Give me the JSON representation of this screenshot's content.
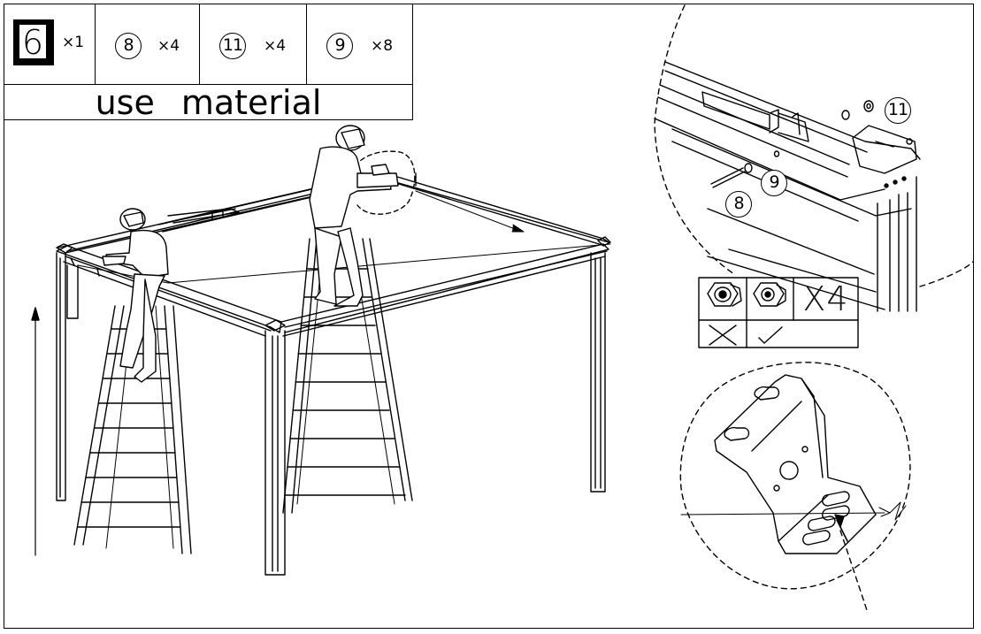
{
  "materials": {
    "items": [
      {
        "label": "6",
        "quantity": "×1",
        "style": "boxed"
      },
      {
        "label": "8",
        "quantity": "×4",
        "style": "circled"
      },
      {
        "label": "11",
        "quantity": "×4",
        "style": "circled"
      },
      {
        "label": "9",
        "quantity": "×8",
        "style": "circled"
      }
    ],
    "caption_word1": "use",
    "caption_word2": "material"
  },
  "detail_callouts": {
    "nut": "11",
    "washer": "9",
    "bolt": "8"
  },
  "hardware_check": {
    "multiplier": "X4",
    "wrong_mark": "✕",
    "right_mark": "✓"
  }
}
